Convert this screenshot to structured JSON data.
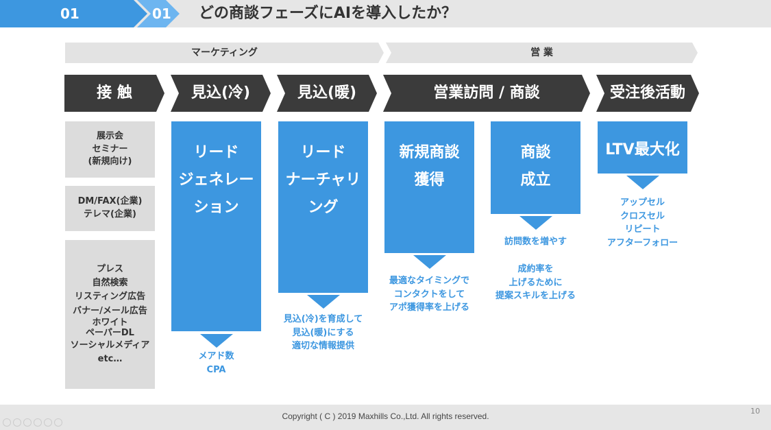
{
  "header": {
    "num1": "01",
    "num2": "01",
    "title": "どの商談フェーズにAIを導入したか？"
  },
  "phases": {
    "marketing": "マーケティング",
    "sales": "営 業"
  },
  "stages": [
    "接 触",
    "見込(冷)",
    "見込(暖)",
    "営業訪問 / 商談",
    "受注後活動"
  ],
  "contact": {
    "box1": [
      "展示会",
      "セミナー",
      "(新規向け)"
    ],
    "box2": [
      "DM/FAX(企業)",
      "テレマ(企業)"
    ],
    "box3": [
      "プレス",
      "自然検索",
      "リスティング広告",
      "バナー/メール広告",
      "ホワイト",
      "ペーパーDL",
      "ソーシャルメディア",
      "etc…"
    ]
  },
  "columns": {
    "cold": {
      "lines": [
        "リード",
        "ジェネレー",
        "ション"
      ],
      "note": [
        "メアド数",
        "CPA"
      ]
    },
    "warm": {
      "lines": [
        "リード",
        "ナーチャリ",
        "ング"
      ],
      "note": [
        "見込(冷)を育成して",
        "見込(暖)にする",
        "適切な情報提供"
      ]
    },
    "new_biz": {
      "lines": [
        "新規商談",
        "獲得"
      ],
      "note": [
        "最適なタイミングで",
        "コンタクトをして",
        "アポ獲得率を上げる"
      ]
    },
    "close": {
      "lines": [
        "商談",
        "成立"
      ],
      "note1": [
        "訪問数を増やす"
      ],
      "note2": [
        "成約率を",
        "上げるために",
        "提案スキルを上げる"
      ]
    },
    "ltv": {
      "lines": [
        "LTV最大化"
      ],
      "note": [
        "アップセル",
        "クロスセル",
        "リピート",
        "アフターフォロー"
      ]
    }
  },
  "footer": {
    "copyright": "Copyright ( C ) 2019 Maxhills Co.,Ltd. All rights reserved.",
    "page": "10"
  },
  "colors": {
    "accent_blue": "#3d97e0",
    "stage_dark": "#3b3b3b",
    "box_gray": "#dcdcdc"
  }
}
